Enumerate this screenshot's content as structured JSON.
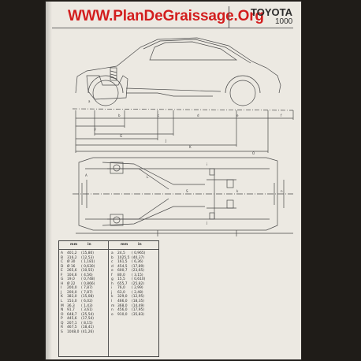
{
  "watermark": "WWW.PlanDeGraissage.Org",
  "header": {
    "brand": "TOYOTA",
    "model": "1000"
  },
  "table": {
    "left": {
      "head_mm": "mm",
      "head_in": "in",
      "rows": [
        [
          "A",
          "401,2",
          "(15,80)"
        ],
        [
          "B",
          "316,2",
          "(12,53)"
        ],
        [
          "C",
          "Ø 30",
          "( 1,181)"
        ],
        [
          "D",
          "Ø 16",
          "( 0,630)"
        ],
        [
          "E",
          "265,6",
          "(10,55)"
        ],
        [
          "F",
          "104,6",
          "( 4,56)"
        ],
        [
          "G",
          "19,0",
          "( 0,748)"
        ],
        [
          "H",
          "Ø 22",
          "( 0,866)"
        ],
        [
          "I",
          "200,0",
          "( 7,87)"
        ],
        [
          "J",
          "200,0",
          "( 7,87)"
        ],
        [
          "K",
          "383,0",
          "(15,08)"
        ],
        [
          "L",
          "153,0",
          "( 6,02)"
        ],
        [
          "M",
          "36,3",
          "( 1,43)"
        ],
        [
          "N",
          "91,7",
          "( 3,61)"
        ],
        [
          "O",
          "648,7",
          "(25,54)"
        ],
        [
          "P",
          "445,6",
          "(17,54)"
        ],
        [
          "Q",
          "207,1",
          "( 8,15)"
        ],
        [
          "R",
          "467,5",
          "(18,41)"
        ],
        [
          "S",
          "1048,0",
          "(41,26)"
        ]
      ]
    },
    "right": {
      "head_mm": "mm",
      "head_in": "in",
      "rows": [
        [
          "a",
          "24,5",
          "( 0,965)"
        ],
        [
          "b",
          "1025,5",
          "(40,37)"
        ],
        [
          "c",
          "161,5",
          "( 6,36)"
        ],
        [
          "d",
          "454,5",
          "(17,89)"
        ],
        [
          "e",
          "600,7",
          "(23,65)"
        ],
        [
          "f",
          "80,0",
          "( 3,15)"
        ],
        [
          "g",
          "15,5",
          "( 0,610)"
        ],
        [
          "h",
          "655,7",
          "(25,82)"
        ],
        [
          "i",
          "76,0",
          "( 2,99)"
        ],
        [
          "j",
          "63,0",
          "( 2,48)"
        ],
        [
          "k",
          "329,0",
          "(12,95)"
        ],
        [
          "l",
          "466,0",
          "(18,35)"
        ],
        [
          "m",
          "368,0",
          "(14,49)"
        ],
        [
          "n",
          "456,0",
          "(17,95)"
        ],
        [
          "o",
          "910,0",
          "(35,83)"
        ]
      ]
    }
  }
}
